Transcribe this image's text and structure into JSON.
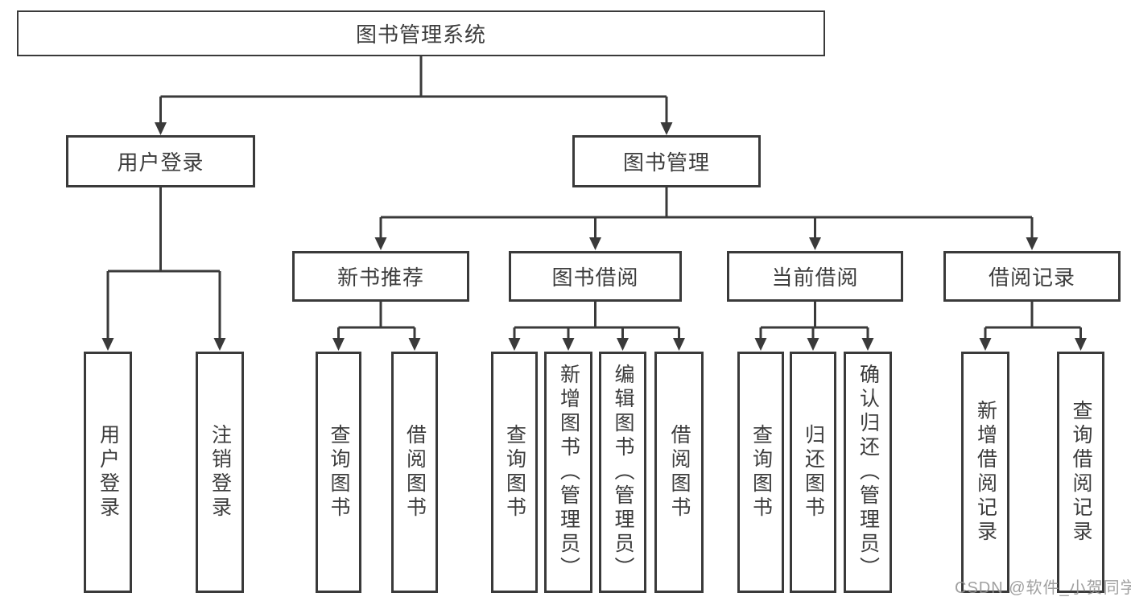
{
  "tree": {
    "root": {
      "label": "图书管理系统",
      "children": [
        {
          "label": "用户登录",
          "children": [
            {
              "label": "用户登录"
            },
            {
              "label": "注销登录"
            }
          ]
        },
        {
          "label": "图书管理",
          "children": [
            {
              "label": "新书推荐",
              "children": [
                {
                  "label": "查询图书"
                },
                {
                  "label": "借阅图书"
                }
              ]
            },
            {
              "label": "图书借阅",
              "children": [
                {
                  "label": "查询图书"
                },
                {
                  "label": "新增图书（管理员）"
                },
                {
                  "label": "编辑图书（管理员）"
                },
                {
                  "label": "借阅图书"
                }
              ]
            },
            {
              "label": "当前借阅",
              "children": [
                {
                  "label": "查询图书"
                },
                {
                  "label": "归还图书"
                },
                {
                  "label": "确认归还（管理员）"
                }
              ]
            },
            {
              "label": "借阅记录",
              "children": [
                {
                  "label": "新增借阅记录"
                },
                {
                  "label": "查询借阅记录"
                }
              ]
            }
          ]
        }
      ]
    }
  },
  "watermark": {
    "text": "CSDN @软件_小贺同学"
  },
  "colors": {
    "background": "#ffffff",
    "box_border": "#3a3a3a",
    "box_fill": "#ffffff",
    "connector": "#3a3a3a",
    "text": "#3c3c3c",
    "watermark": "#969696"
  }
}
